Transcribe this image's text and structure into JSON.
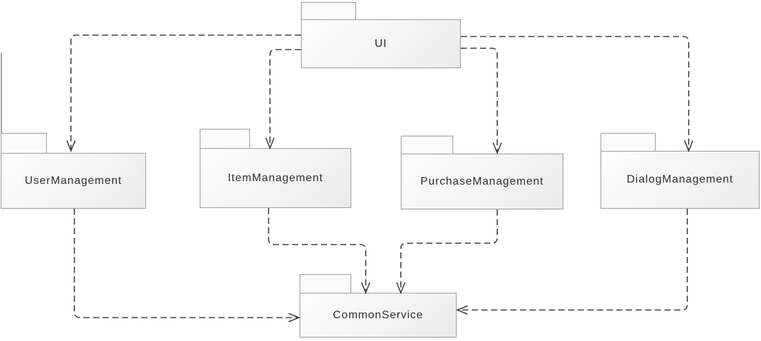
{
  "diagram": {
    "kind": "uml-package-diagram",
    "packages": [
      {
        "id": "ui",
        "label": "UI"
      },
      {
        "id": "user_management",
        "label": "UserManagement"
      },
      {
        "id": "item_management",
        "label": "ItemManagement"
      },
      {
        "id": "purchase_management",
        "label": "PurchaseManagement"
      },
      {
        "id": "dialog_management",
        "label": "DialogManagement"
      },
      {
        "id": "common_service",
        "label": "CommonService"
      }
    ],
    "dependencies": [
      {
        "from": "UI",
        "to": "UserManagement",
        "style": "dashed-open-arrow"
      },
      {
        "from": "UI",
        "to": "ItemManagement",
        "style": "dashed-open-arrow"
      },
      {
        "from": "UI",
        "to": "PurchaseManagement",
        "style": "dashed-open-arrow"
      },
      {
        "from": "UI",
        "to": "DialogManagement",
        "style": "dashed-open-arrow"
      },
      {
        "from": "UserManagement",
        "to": "CommonService",
        "style": "dashed-open-arrow"
      },
      {
        "from": "ItemManagement",
        "to": "CommonService",
        "style": "dashed-open-arrow"
      },
      {
        "from": "PurchaseManagement",
        "to": "CommonService",
        "style": "dashed-open-arrow"
      },
      {
        "from": "DialogManagement",
        "to": "CommonService",
        "style": "dashed-open-arrow"
      }
    ],
    "colors": {
      "background": "#ffffff",
      "package_fill_top": "#fdfdfd",
      "package_fill_bottom": "#ebebeb",
      "package_border": "#9b9b9b",
      "connector": "#3f3f3f",
      "label": "#2e2e2e"
    }
  }
}
